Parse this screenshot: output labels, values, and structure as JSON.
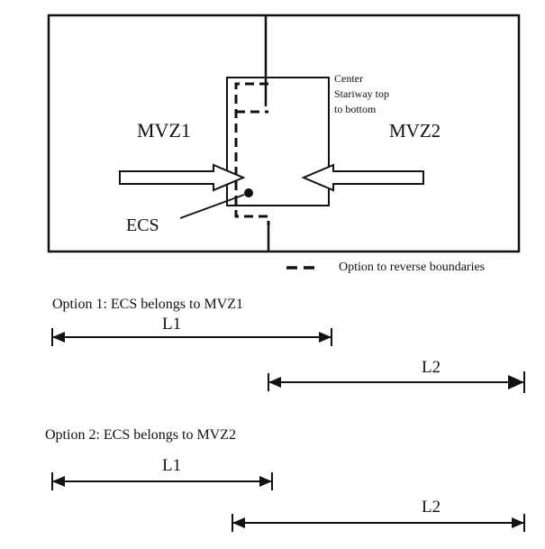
{
  "diagram": {
    "zone_left_label": "MVZ1",
    "zone_right_label": "MVZ2",
    "stairway_note_line1": "Center",
    "stairway_note_line2": "Stariway top",
    "stairway_note_line3": "to bottom",
    "ecs_label": "ECS",
    "legend_label": "Option to reverse boundaries"
  },
  "options": [
    {
      "caption": "Option 1: ECS belongs to MVZ1",
      "l1_label": "L1",
      "l2_label": "L2"
    },
    {
      "caption": "Option 2: ECS belongs to MVZ2",
      "l1_label": "L1",
      "l2_label": "L2"
    }
  ]
}
